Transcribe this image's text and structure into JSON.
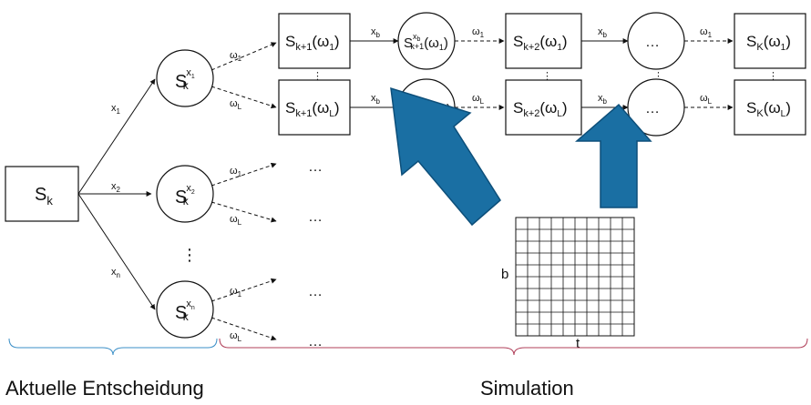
{
  "states": {
    "root": {
      "base": "S",
      "sub": "k"
    },
    "decision_nodes": [
      {
        "base": "S",
        "sup": "x",
        "supsub": "1",
        "sub": "k"
      },
      {
        "base": "S",
        "sup": "x",
        "supsub": "2",
        "sub": "k"
      },
      {
        "base": "S",
        "sup": "x",
        "supsub": "n",
        "sub": "k"
      }
    ],
    "sim_top": [
      {
        "base": "S",
        "sub": "k+1",
        "arg": "(ω",
        "argsub": "1",
        "close": ")"
      },
      {
        "base": "S",
        "sup": "x",
        "supsub": "b",
        "sub": "k+1",
        "arg": "(ω",
        "argsub": "1",
        "close": ")"
      },
      {
        "base": "S",
        "sub": "k+2",
        "arg": "(ω",
        "argsub": "1",
        "close": ")"
      },
      {
        "text": "…"
      },
      {
        "base": "S",
        "sub": "K",
        "arg": "(ω",
        "argsub": "1",
        "close": ")"
      }
    ],
    "sim_bottom": [
      {
        "base": "S",
        "sub": "k+1",
        "arg": "(ω",
        "argsub": "L",
        "close": ")"
      },
      {
        "arg": "ω",
        "argsub": "L",
        "close": ")"
      },
      {
        "base": "S",
        "sub": "k+2",
        "arg": "(ω",
        "argsub": "L",
        "close": ")"
      },
      {
        "text": "…"
      },
      {
        "base": "S",
        "sub": "K",
        "arg": "(ω",
        "argsub": "L",
        "close": ")"
      }
    ]
  },
  "edge_labels": {
    "x1": {
      "base": "x",
      "sub": "1"
    },
    "x2": {
      "base": "x",
      "sub": "2"
    },
    "xn": {
      "base": "x",
      "sub": "n"
    },
    "xb": {
      "base": "x",
      "sub": "b"
    },
    "w1": {
      "base": "ω",
      "sub": "1"
    },
    "wL": {
      "base": "ω",
      "sub": "L"
    }
  },
  "ellipsis": "…",
  "vdots": "⋮",
  "grid": {
    "rows": 10,
    "cols": 10,
    "ylabel": "b",
    "xlabel": "t"
  },
  "arrow_color": "#1a6fa3",
  "brace_colors": {
    "left": "#3b8fc7",
    "right": "#b0405a"
  },
  "footer": {
    "left": "Aktuelle Entscheidung",
    "right": "Simulation"
  }
}
